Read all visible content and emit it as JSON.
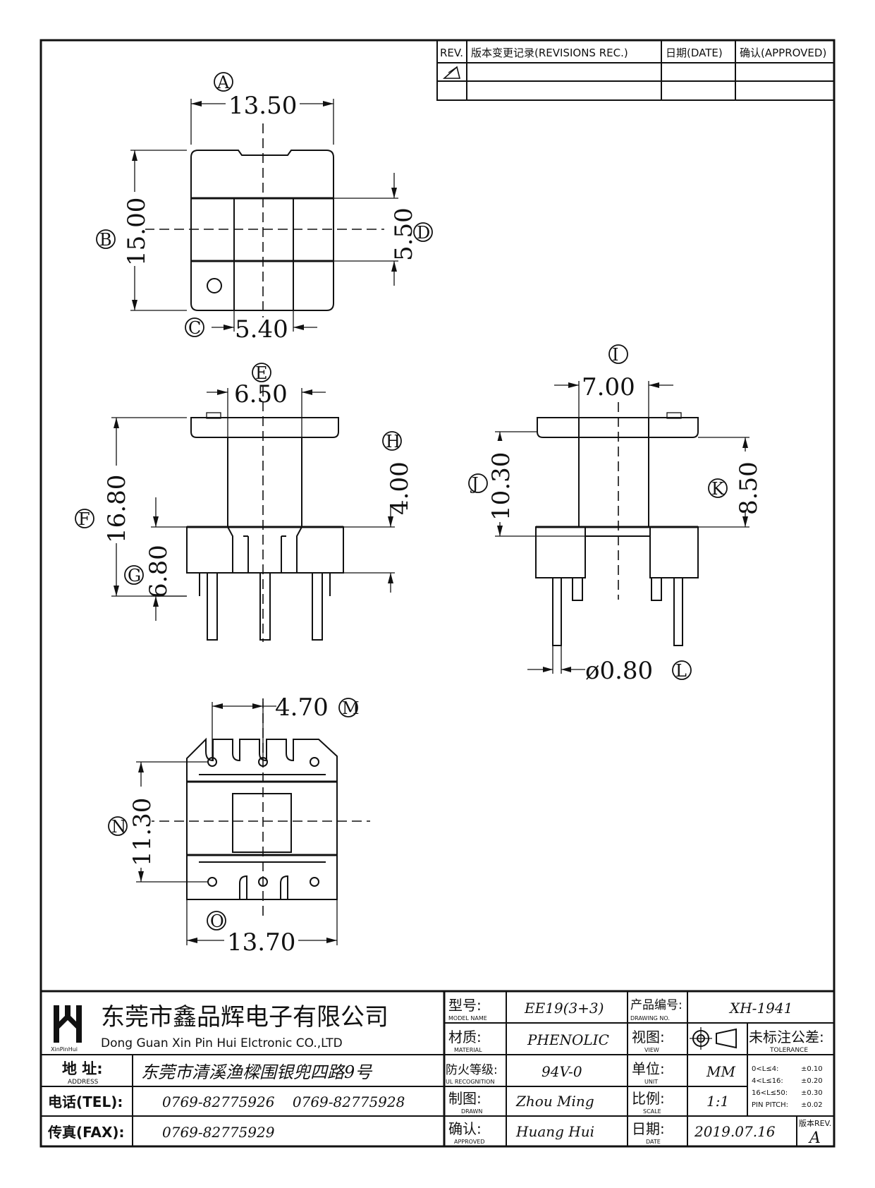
{
  "revision_table": {
    "headers": [
      "REV.",
      "版本变更记录(REVISIONS REC.)",
      "日期(DATE)",
      "确认(APPROVED)"
    ]
  },
  "dimensions": {
    "A": "13.50",
    "B": "15.00",
    "C": "5.40",
    "D": "5.50",
    "E": "6.50",
    "F": "16.80",
    "G": "6.80",
    "H": "4.00",
    "I": "7.00",
    "J": "10.30",
    "K": "8.50",
    "L": "ø0.80",
    "M": "4.70",
    "N": "11.30",
    "O": "13.70"
  },
  "callouts": [
    "A",
    "B",
    "C",
    "D",
    "E",
    "F",
    "G",
    "H",
    "I",
    "J",
    "K",
    "L",
    "M",
    "N",
    "O"
  ],
  "company": {
    "logo_text": "XinPinHui",
    "name_cn": "东莞市鑫品辉电子有限公司",
    "name_en": "Dong Guan Xin Pin Hui Elctronic CO.,LTD",
    "address_label": "地 址:",
    "address_sub": "ADDRESS",
    "address": "东莞市清溪渔樑围银兜四路9号",
    "tel_label": "电话(TEL):",
    "tel": "0769-82775926    0769-82775928",
    "fax_label": "传真(FAX):",
    "fax": "0769-82775929"
  },
  "title_block": {
    "model_label": "型号:",
    "model_sub": "MODEL NAME",
    "model": "EE19(3+3)",
    "material_label": "材质:",
    "material_sub": "MATERIAL",
    "material": "PHENOLIC",
    "ul_label": "防火等级:",
    "ul_sub": "UL RECOGNITION",
    "ul": "94V-0",
    "drawn_label": "制图:",
    "drawn_sub": "DRAWN",
    "drawn": "Zhou Ming",
    "approved_label": "确认:",
    "approved_sub": "APPROVED",
    "approved": "Huang Hui",
    "drawing_no_label": "产品编号:",
    "drawing_no_sub": "DRAWING NO.",
    "drawing_no": "XH-1941",
    "view_label": "视图:",
    "view_sub": "VIEW",
    "unit_label": "单位:",
    "unit_sub": "UNIT",
    "unit": "MM",
    "scale_label": "比例:",
    "scale_sub": "SCALE",
    "scale": "1:1",
    "date_label": "日期:",
    "date_sub": "DATE",
    "date": "2019.07.16",
    "tolerance_label": "未标注公差:",
    "tolerance_sub": "TOLERANCE",
    "tolerances": [
      {
        "range": "0<L≤4:",
        "value": "±0.10"
      },
      {
        "range": "4<L≤16:",
        "value": "±0.20"
      },
      {
        "range": "16<L≤50:",
        "value": "±0.30"
      },
      {
        "range": "PIN PITCH:",
        "value": "±0.02"
      }
    ],
    "rev_label": "版本REV.",
    "rev": "A"
  }
}
